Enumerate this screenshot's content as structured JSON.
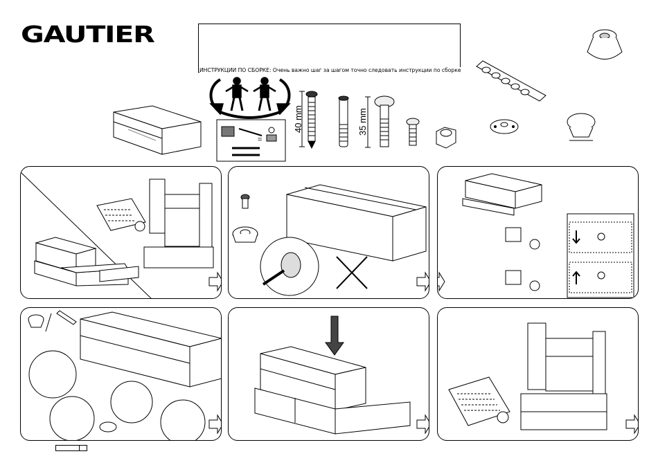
{
  "brand": {
    "logo_text": "GAUTIER"
  },
  "header": {
    "instruction_text": "ИНСТРУКЦИИ ПО СБОРКЕ: Очень важно шаг за шагом точно следовать инструкции по сборке"
  },
  "parts": {
    "screw_length_1": "40 mm",
    "screw_length_2": "35 mm"
  },
  "page": {
    "page_box_left": "",
    "page_box_right": ""
  },
  "icons": [
    "two-person-icon",
    "tools-icon",
    "screw-icon",
    "cam-lock-icon",
    "dowel-icon",
    "plastic-foot-icon",
    "felt-pads-icon",
    "glass-cap-icon",
    "next-arrow-icon"
  ]
}
